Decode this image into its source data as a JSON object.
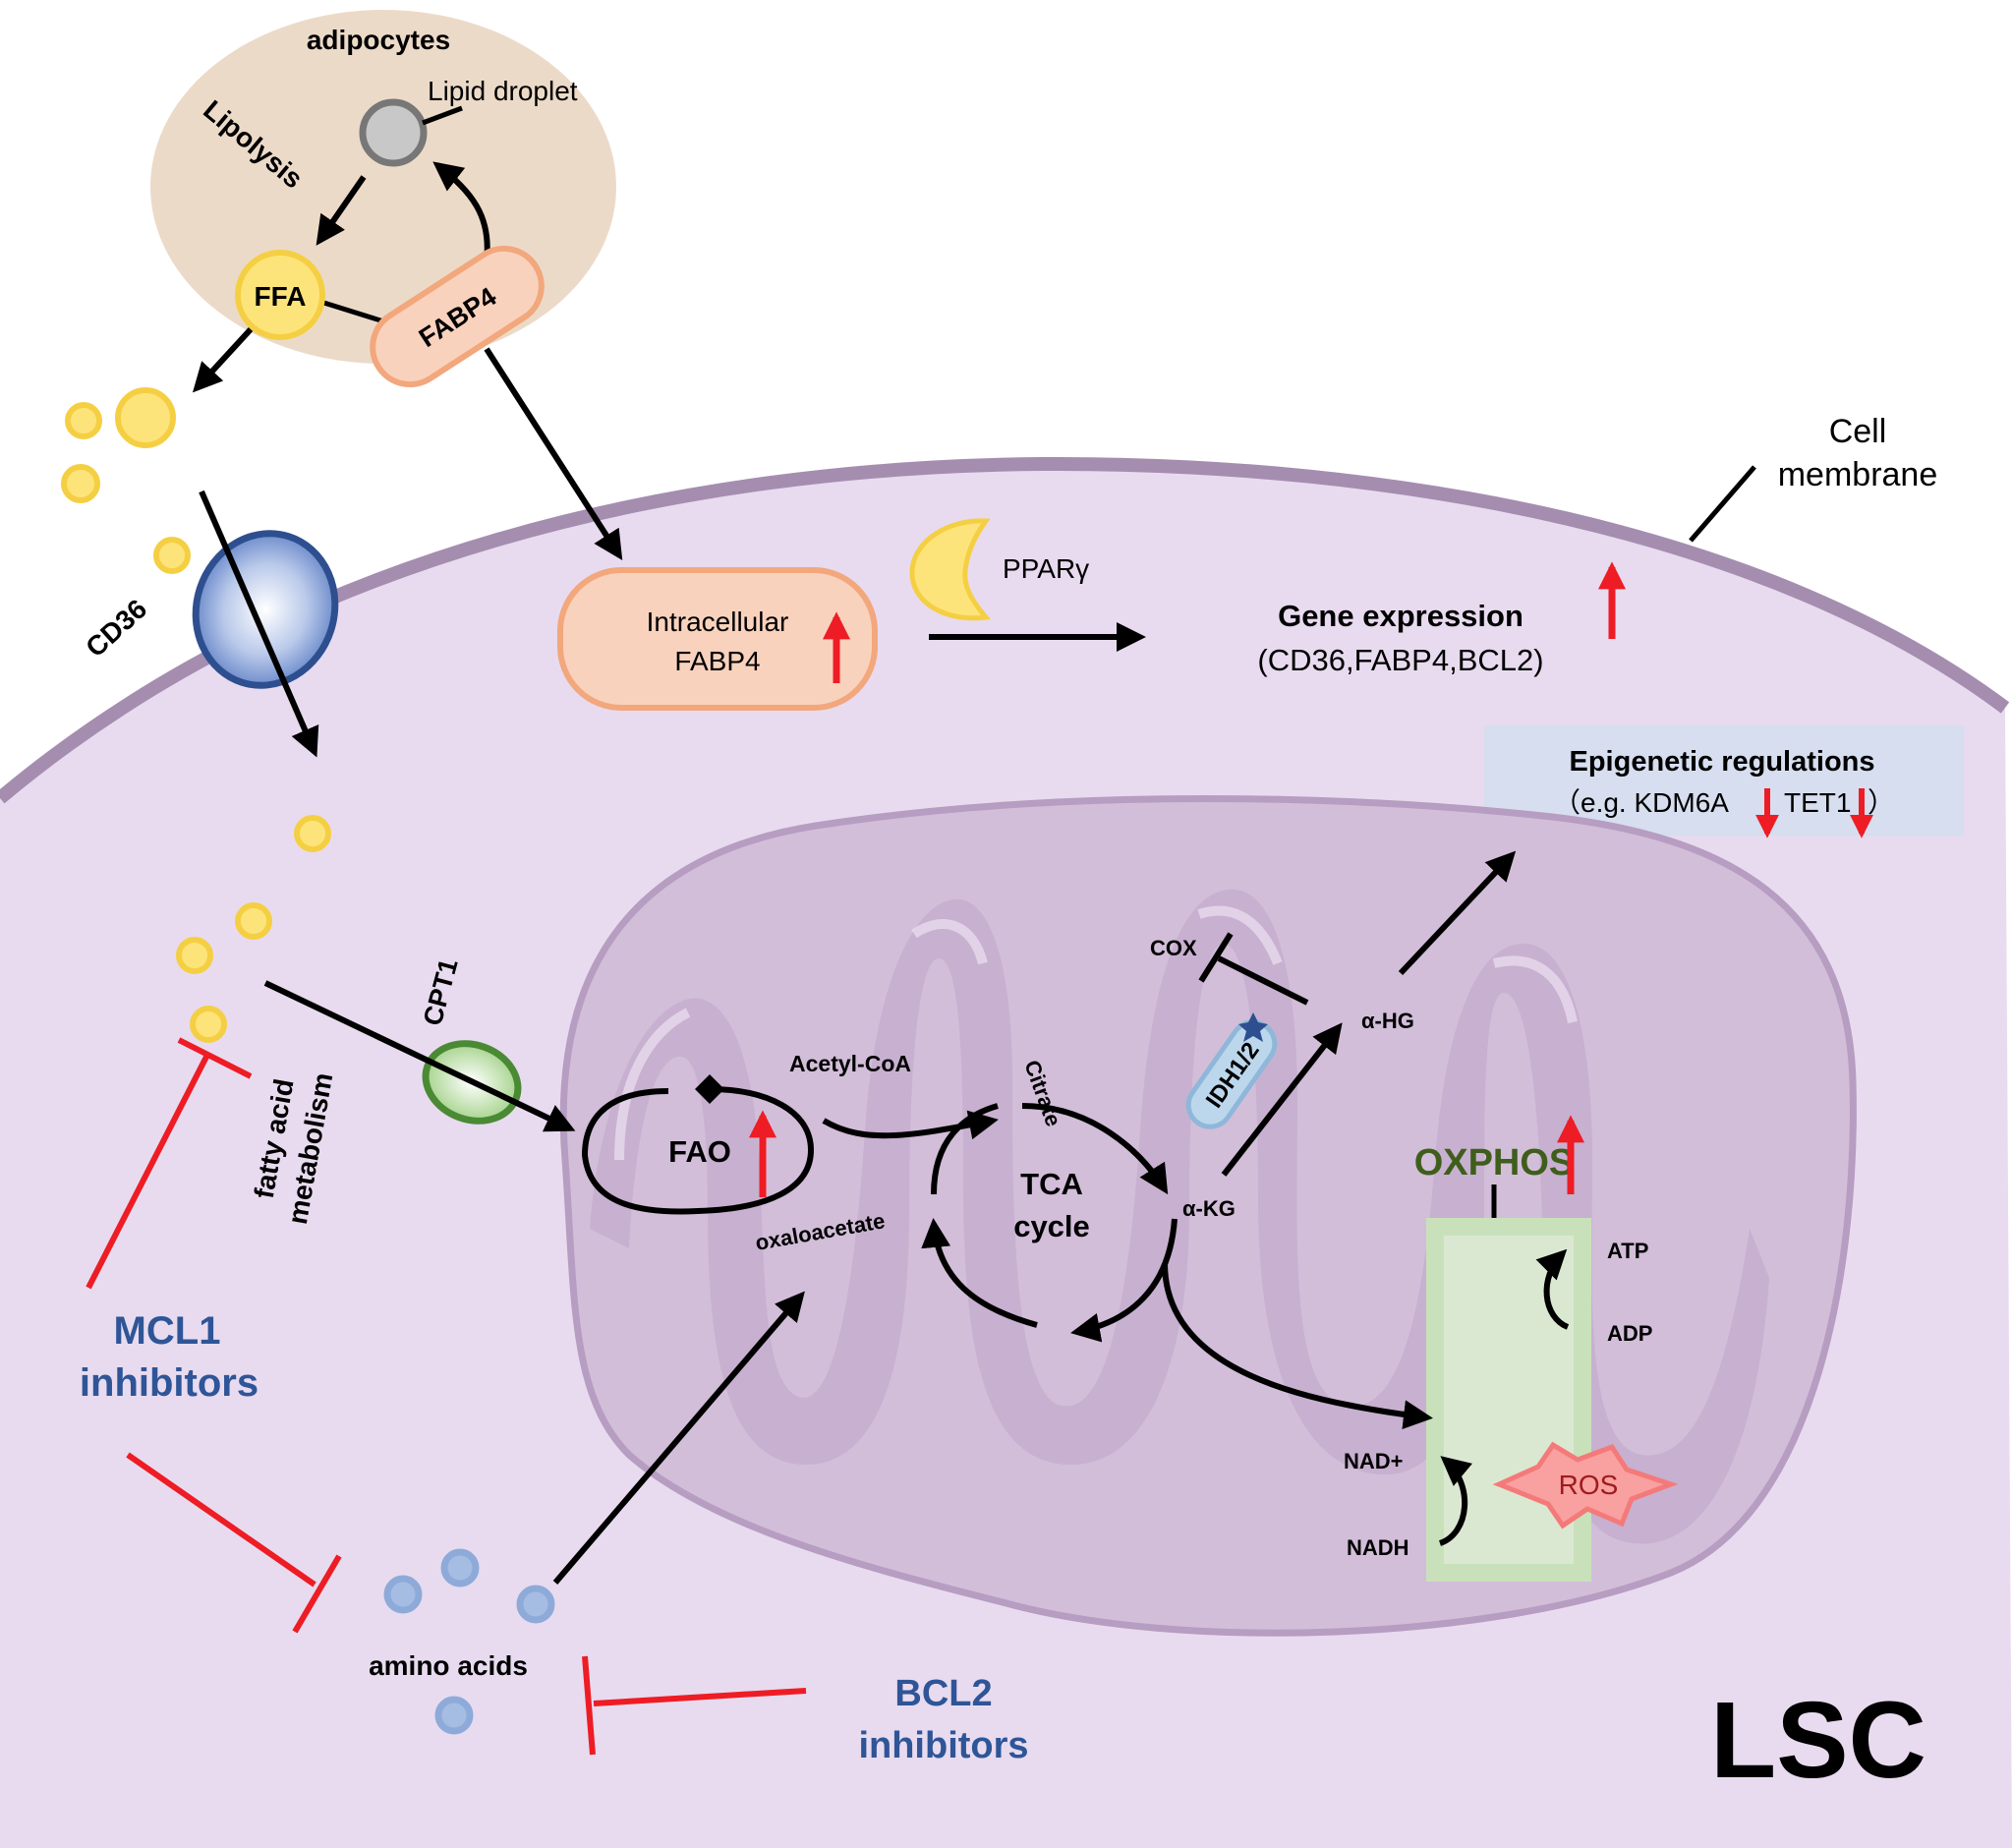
{
  "labels": {
    "adipocytes": "adipocytes",
    "lipid_droplet": "Lipid droplet",
    "lipolysis": "Lipolysis",
    "ffa": "FFA",
    "fabp4": "FABP4",
    "cd36": "CD36",
    "cell_membrane_line1": "Cell",
    "cell_membrane_line2": "membrane",
    "intracellular_line1": "Intracellular",
    "intracellular_line2": "FABP4",
    "ppar": "PPARγ",
    "gene_expression_title": "Gene expression",
    "gene_expression_genes": "(CD36,FABP4,BCL2)",
    "epigenetic_title": "Epigenetic regulations",
    "epigenetic_text_a": "（e.g. KDM6A",
    "epigenetic_text_b": "TET1",
    "epigenetic_text_c": "）",
    "cpt1": "CPT1",
    "fatty_acid_line1": "fatty acid",
    "fatty_acid_line2": "metabolism",
    "acetyl_coa": "Acetyl-CoA",
    "citrate": "Citrate",
    "fao": "FAO",
    "tca_line1": "TCA",
    "tca_line2": "cycle",
    "oxaloacetate": "oxaloacetate",
    "akg": "α-KG",
    "ahg": "α-HG",
    "cox": "COX",
    "idh": "IDH1/2",
    "oxphos": "OXPHOS",
    "atp": "ATP",
    "adp": "ADP",
    "nad_plus": "NAD+",
    "nadh": "NADH",
    "ros": "ROS",
    "mcl1_line1": "MCL1",
    "mcl1_line2": "inhibitors",
    "bcl2_line1": "BCL2",
    "bcl2_line2": "inhibitors",
    "amino_acids": "amino acids",
    "lsc": "LSC"
  },
  "colors": {
    "cell": "#e8dbef",
    "membrane": "#a58db0",
    "mitochondria": "#d2bed9",
    "adipocyte": "#ecdac8",
    "fatty_acid": "#fbde77",
    "fabp4": "#f9d2bd",
    "cd36": "#2e4f8f",
    "cpt1": "#4b8a34",
    "idh": "#bcd7ec",
    "amino_acid": "#8eaad9",
    "oxphos_box": "#c8e1bb",
    "ros": "#f47a7a",
    "inhibitor_red": "#ee1c24",
    "inhibitor_text": "#2e5597",
    "oxphos_text": "#3f5e1c",
    "epigenetic_box": "#d6deef"
  }
}
